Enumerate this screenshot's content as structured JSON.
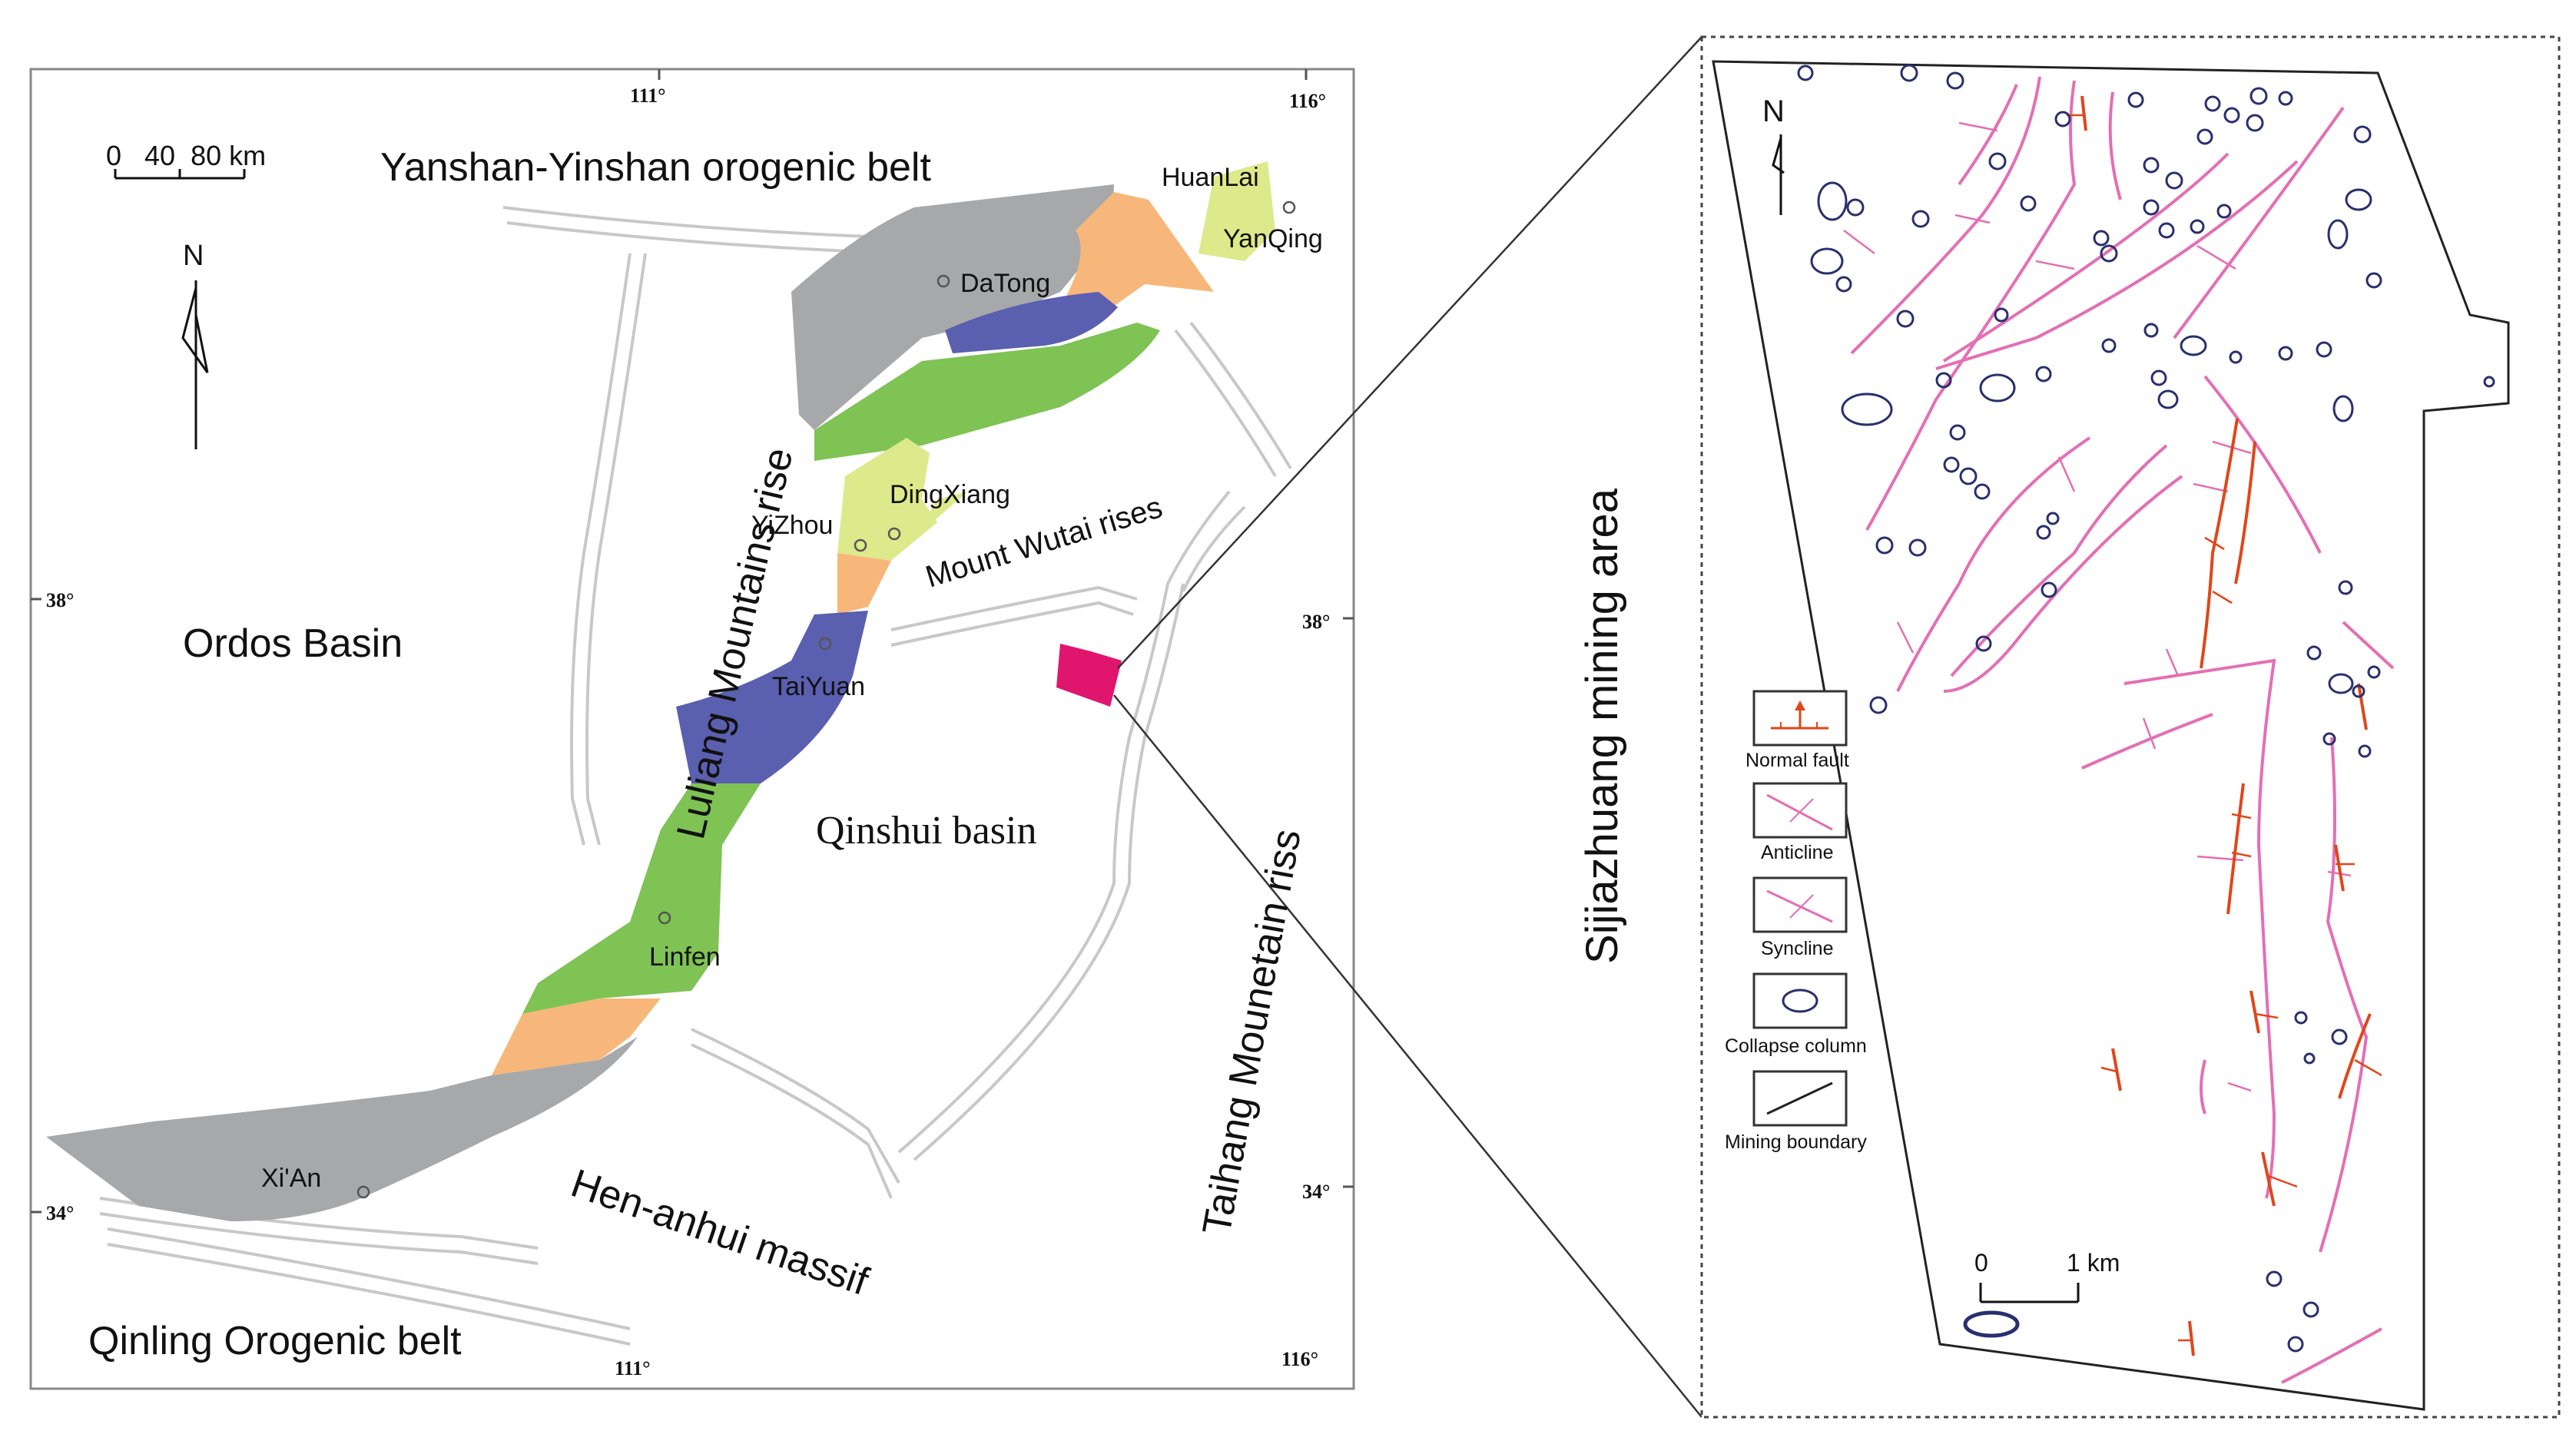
{
  "left_map": {
    "ticks": {
      "top_left": "111°",
      "top_right": "116°",
      "left_upper": "38°",
      "right_upper": "38°",
      "left_lower": "34°",
      "right_lower": "34°",
      "bottom_left": "111°",
      "bottom_right": "116°"
    },
    "scale_bar": {
      "label": "0   40  80 km"
    },
    "north_label": "N",
    "regions": {
      "yanshan": "Yanshan-Yinshan orogenic belt",
      "ordos": "Ordos Basin",
      "luliang": "Luliang Mountains rise",
      "wutai": "Mount Wutai rises",
      "qinshui": "Qinshui basin",
      "taihang": "Taihang Mounetain riss",
      "henanhui": "Hen-anhui massif",
      "qinling": "Qinling Orogenic belt"
    },
    "cities": {
      "huanlai": "HuanLai",
      "yanqing": "YanQing",
      "datong": "DaTong",
      "dingxiang": "DingXiang",
      "yizhou": "YiZhou",
      "taiyuan": "TaiYuan",
      "linfen": "Linfen",
      "xian": "Xi'An"
    },
    "colors": {
      "gray": "#a7a8aa",
      "orange": "#f7b77a",
      "yellow": "#dcea8c",
      "blue": "#5b5fb0",
      "green": "#7ec354",
      "study_area": "#e0156e"
    }
  },
  "mining_area": {
    "title": "Sijiazhuang mining area",
    "north_label": "N",
    "scale_bar": {
      "zero": "0",
      "unit": "1 km"
    },
    "legend": [
      {
        "symbol": "normal-fault",
        "label": "Normal fault"
      },
      {
        "symbol": "anticline",
        "label": "Anticline"
      },
      {
        "symbol": "syncline",
        "label": "Syncline"
      },
      {
        "symbol": "collapse-column",
        "label": "Collapse column"
      },
      {
        "symbol": "mining-boundary",
        "label": "Mining boundary"
      }
    ],
    "colors": {
      "fold": "#e36fb4",
      "fault": "#e0461a",
      "collapse": "#2a2f6e",
      "boundary": "#222222"
    }
  }
}
